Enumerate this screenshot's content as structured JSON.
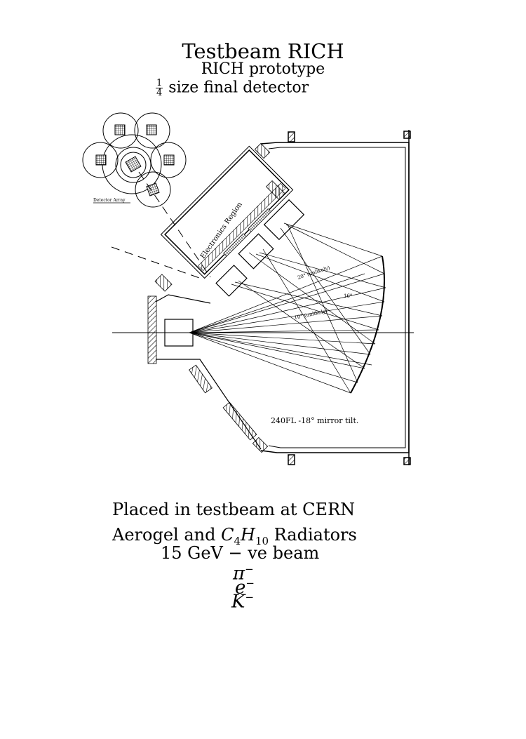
{
  "header": {
    "title": "Testbeam RICH",
    "subtitle": "RICH prototype",
    "scale_num": "1",
    "scale_den": "4",
    "scale_text": "size final detector"
  },
  "diagram": {
    "detector_array_label": "Detector Array",
    "electronics_label": "Electronics Region",
    "angle_20": "20° (unlikely)",
    "angle_16": "16°",
    "angle_10": "10° (unlikely)",
    "mirror_note": "240FL   -18° mirror tilt."
  },
  "footer": {
    "placed": "Placed in testbeam at CERN",
    "radiators_prefix": "Aerogel and ",
    "radiators_formula_c": "C",
    "radiators_formula_c_sub": "4",
    "radiators_formula_h": "H",
    "radiators_formula_h_sub": "10",
    "radiators_suffix": " Radiators",
    "beam": "15 GeV − ve beam",
    "particles": [
      {
        "symbol": "π",
        "charge": "−"
      },
      {
        "symbol": "e",
        "charge": "−"
      },
      {
        "symbol": "K",
        "charge": "−"
      }
    ]
  }
}
